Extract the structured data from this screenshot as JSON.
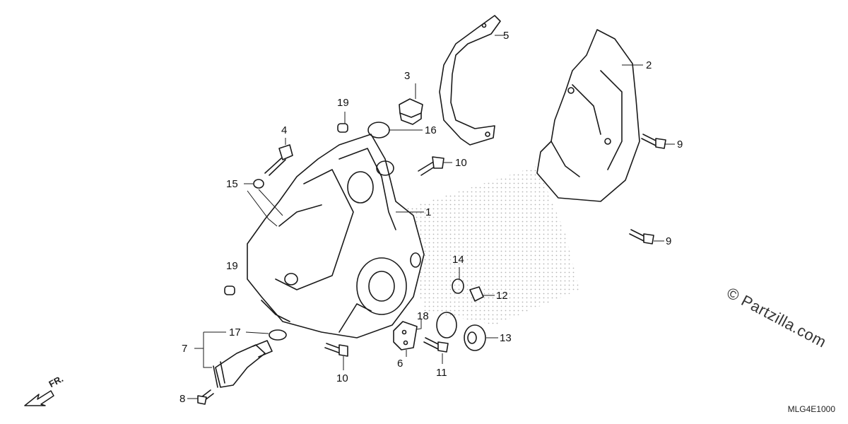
{
  "diagram": {
    "part_labels": [
      {
        "id": "p1",
        "text": "1"
      },
      {
        "id": "p2",
        "text": "2"
      },
      {
        "id": "p3",
        "text": "3"
      },
      {
        "id": "p4",
        "text": "4"
      },
      {
        "id": "p5",
        "text": "5"
      },
      {
        "id": "p6",
        "text": "6"
      },
      {
        "id": "p7",
        "text": "7"
      },
      {
        "id": "p8",
        "text": "8"
      },
      {
        "id": "p9a",
        "text": "9"
      },
      {
        "id": "p9b",
        "text": "9"
      },
      {
        "id": "p10a",
        "text": "10"
      },
      {
        "id": "p10b",
        "text": "10"
      },
      {
        "id": "p11",
        "text": "11"
      },
      {
        "id": "p12",
        "text": "12"
      },
      {
        "id": "p13",
        "text": "13"
      },
      {
        "id": "p14",
        "text": "14"
      },
      {
        "id": "p15",
        "text": "15"
      },
      {
        "id": "p16",
        "text": "16"
      },
      {
        "id": "p17",
        "text": "17"
      },
      {
        "id": "p18",
        "text": "18"
      },
      {
        "id": "p19a",
        "text": "19"
      },
      {
        "id": "p19b",
        "text": "19"
      }
    ],
    "direction_label": "FR.",
    "watermark": "© Partzilla.com",
    "diagram_code": "MLG4E1000",
    "colors": {
      "line": "#1a1a1a",
      "dots": "#bbbbbb"
    }
  }
}
